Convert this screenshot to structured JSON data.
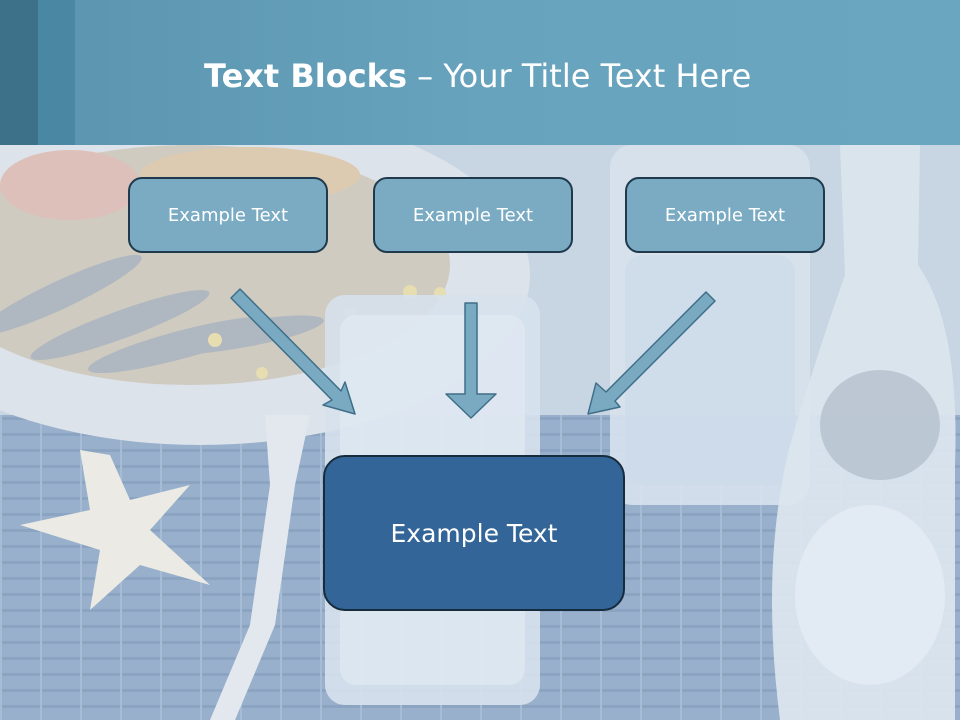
{
  "title": {
    "bold": "Text Blocks",
    "dash": " – ",
    "rest": "Your Title Text Here"
  },
  "boxes": {
    "top_left": "Example Text",
    "top_center": "Example Text",
    "top_right": "Example Text",
    "bottom": "Example Text"
  },
  "colors": {
    "header": "#67a3bd",
    "small_box": "#7aabc3",
    "big_box": "#336598",
    "arrow": "#7aaac2"
  },
  "background_image": "seafood platter, glasses of water, starfish and fork on blue bamboo mat"
}
